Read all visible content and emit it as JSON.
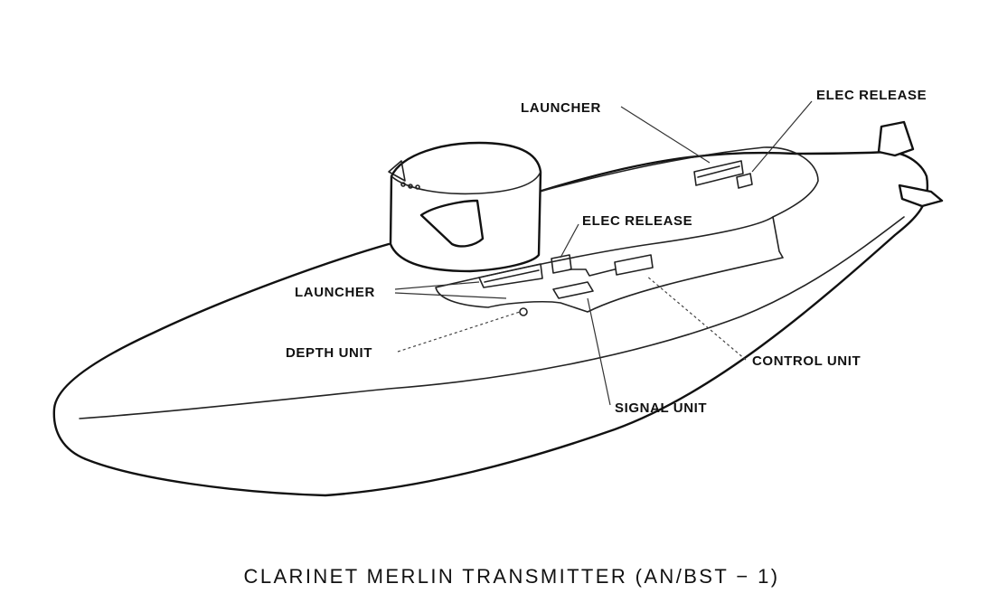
{
  "diagram": {
    "caption": "CLARINET MERLIN TRANSMITTER (AN/BST − 1)",
    "labels": {
      "launcher_aft": "LAUNCHER",
      "elec_release_aft": "ELEC RELEASE",
      "elec_release_fwd": "ELEC RELEASE",
      "launcher_fwd": "LAUNCHER",
      "depth_unit": "DEPTH UNIT",
      "control_unit": "CONTROL UNIT",
      "signal_unit": "SIGNAL UNIT"
    }
  }
}
